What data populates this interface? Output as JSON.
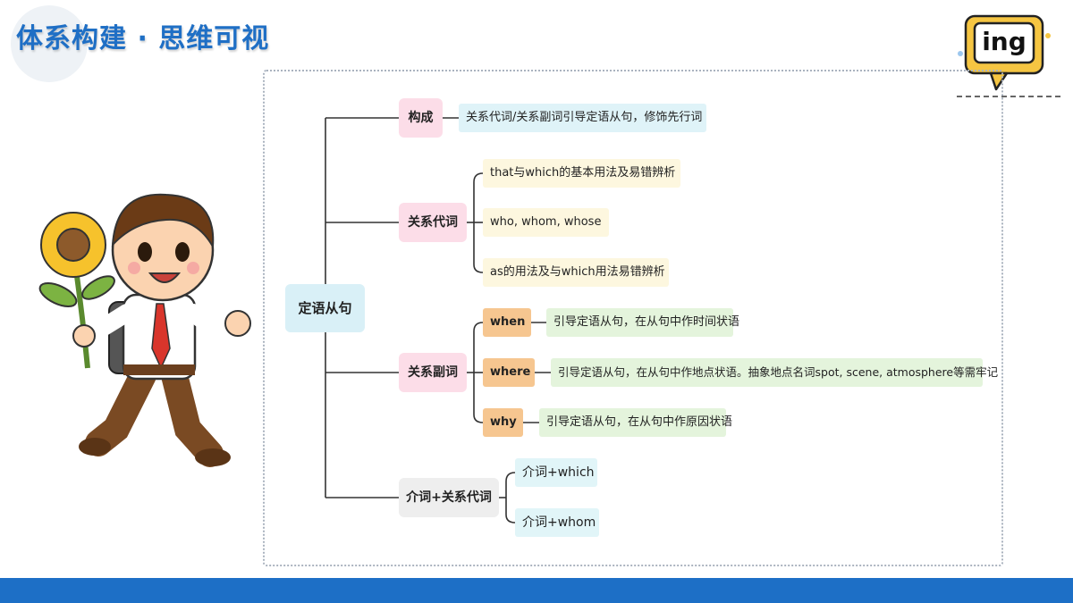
{
  "header": {
    "title": "体系构建 · 思维可视"
  },
  "badge": {
    "text": "ing"
  },
  "mindmap": {
    "root": "定语从句",
    "composition": {
      "label": "构成",
      "desc": "关系代词/关系副词引导定语从句，修饰先行词"
    },
    "pronouns": {
      "label": "关系代词",
      "items": [
        "that与which的基本用法及易错辨析",
        "who, whom, whose",
        "as的用法及与which用法易错辨析"
      ]
    },
    "adverbs": {
      "label": "关系副词",
      "items": [
        {
          "word": "when",
          "desc": "引导定语从句，在从句中作时间状语"
        },
        {
          "word": "where",
          "desc": "引导定语从句，在从句中作地点状语。抽象地点名词spot, scene, atmosphere等需牢记"
        },
        {
          "word": "why",
          "desc": "引导定语从句，在从句中作原因状语"
        }
      ]
    },
    "prep": {
      "label": "介词+关系代词",
      "items": [
        "介词+which",
        "介词+whom"
      ]
    }
  },
  "colors": {
    "title": "#1f6fc5",
    "footer": "#1d6fc6",
    "badge": "#f5c542"
  }
}
